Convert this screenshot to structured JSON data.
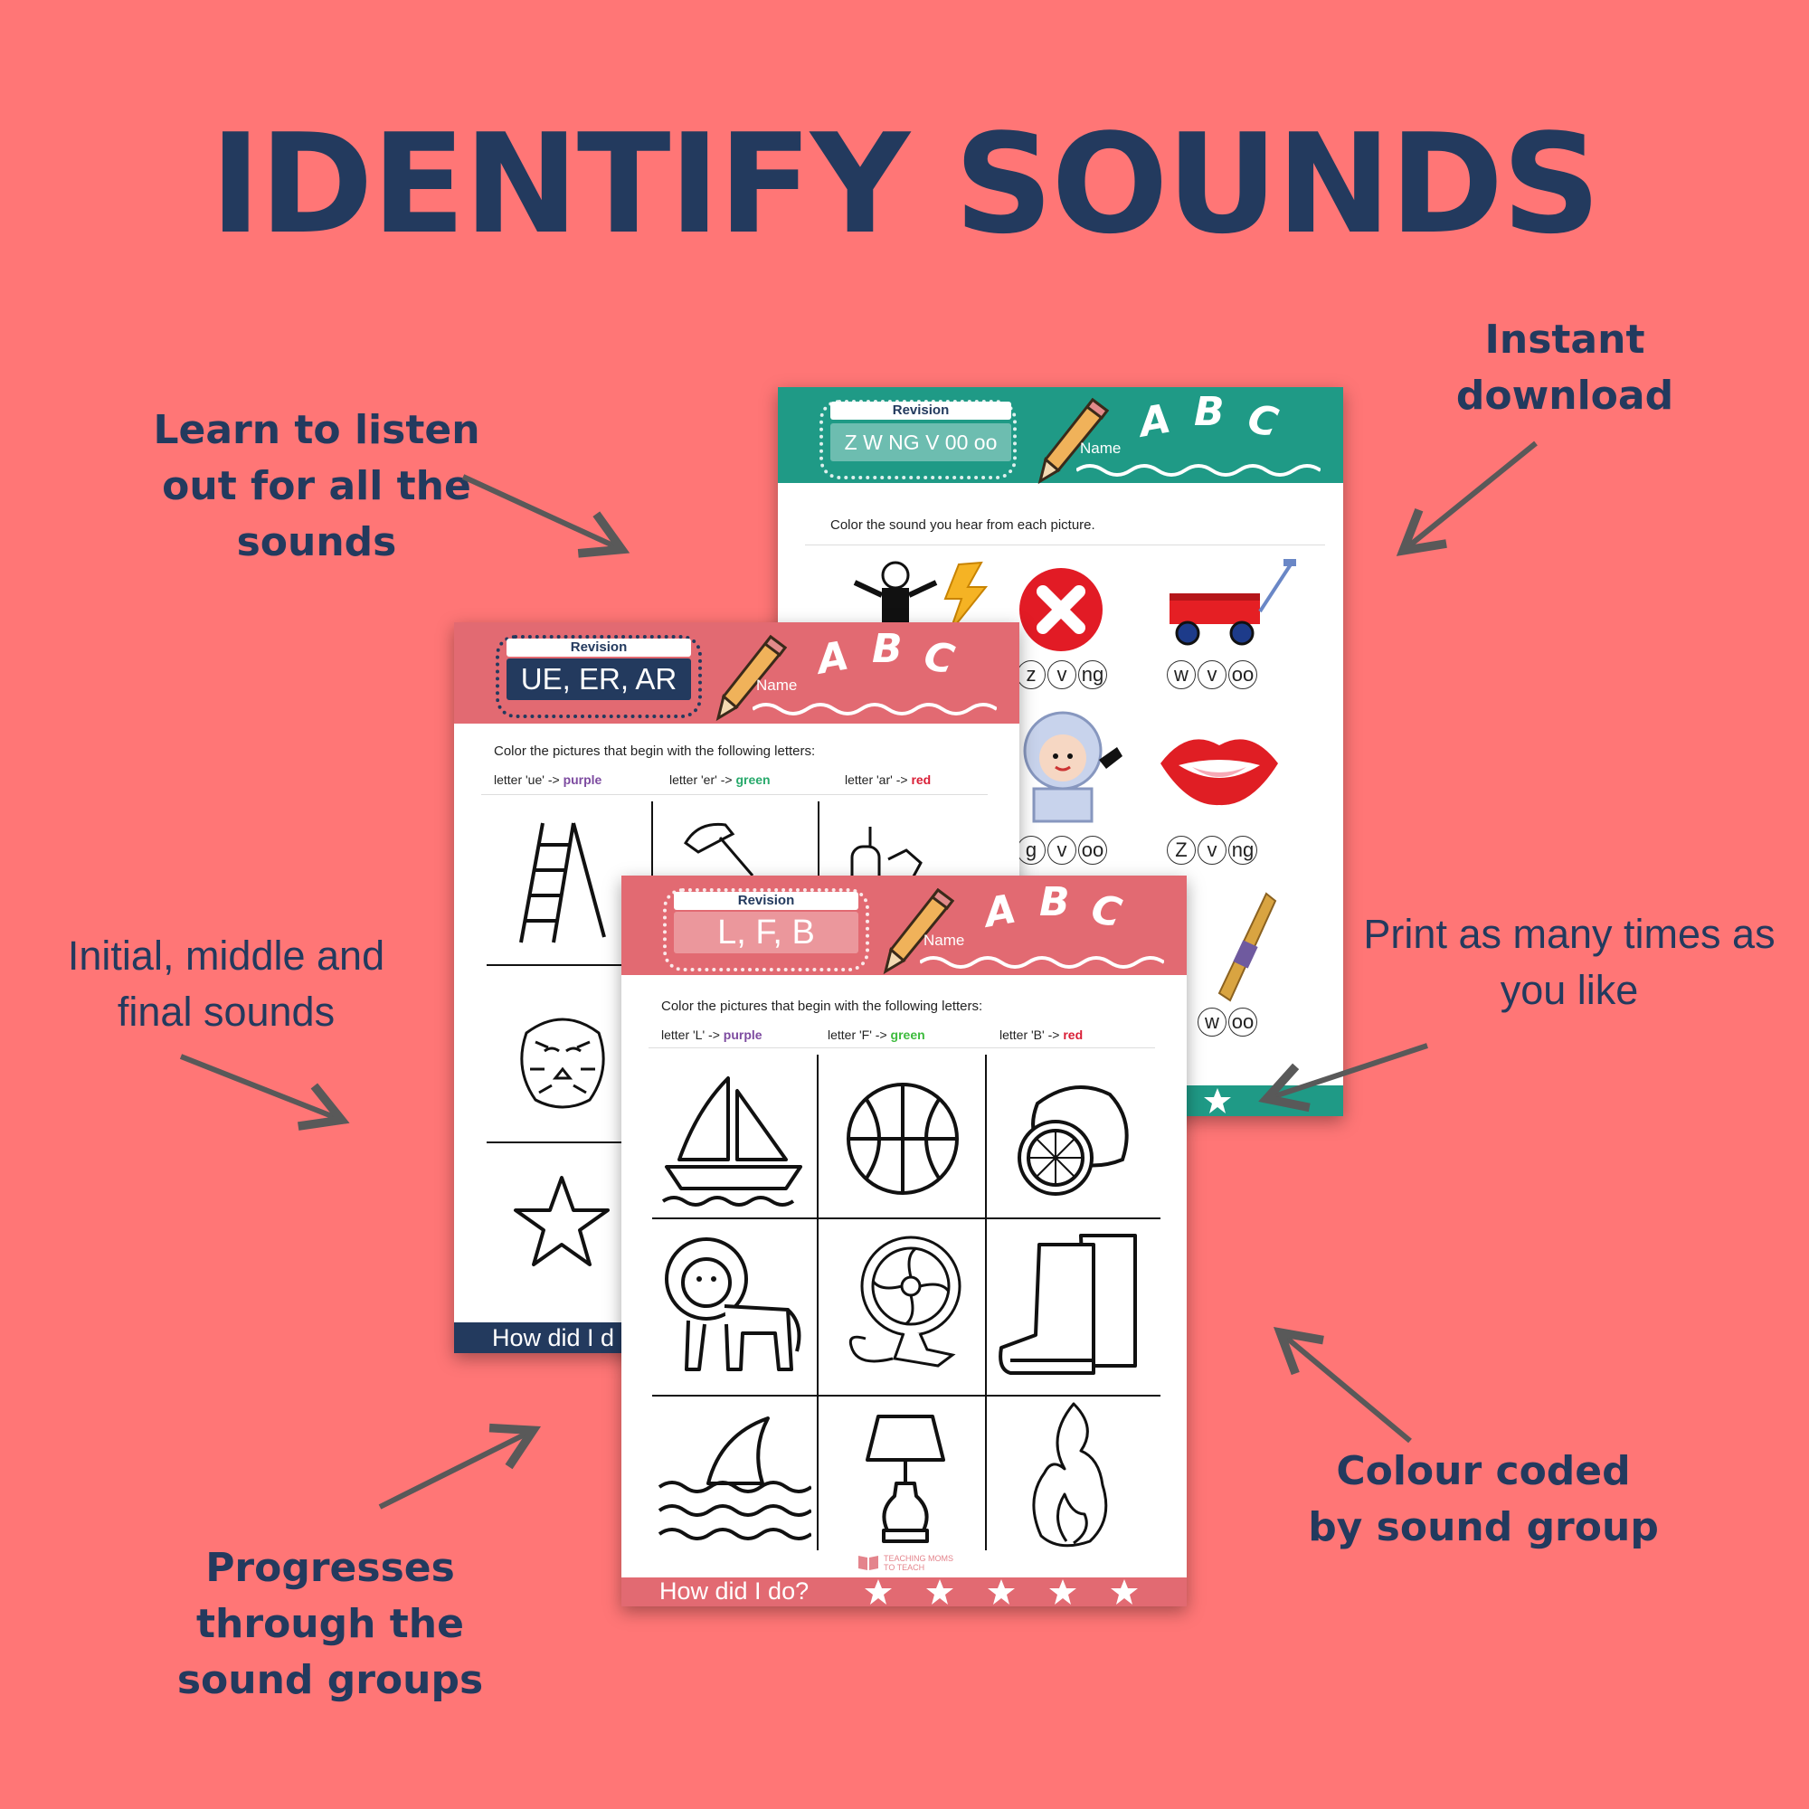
{
  "title": "IDENTIFY SOUNDS",
  "callouts": {
    "listen": "Learn to listen out for all the sounds",
    "download": "Instant download",
    "positions": "Initial, middle and final sounds",
    "print": "Print as many times as you like",
    "color_coded": "Colour coded by sound group",
    "progresses": "Progresses through the sound groups"
  },
  "colors": {
    "background": "#ff7676",
    "navy": "#233a5e",
    "teal": "#1f9a86",
    "rose": "#e26a72",
    "purple": "#7d4ba0",
    "green_legend": "#27a96b",
    "green_legend_2": "#3dbb3d",
    "red_legend": "#d91e36"
  },
  "sheet_teal": {
    "revision_label": "Revision",
    "sounds": "Z W NG V 00 oo",
    "name_label": "Name",
    "abc": [
      "A",
      "B",
      "C"
    ],
    "instruction": "Color the sound you hear from each picture.",
    "row1_mid_options": [
      "z",
      "v",
      "ng"
    ],
    "row1_right_options": [
      "w",
      "v",
      "oo"
    ],
    "row2_mid_options": [
      "g",
      "v",
      "oo"
    ],
    "row2_right_options": [
      "Z",
      "v",
      "ng"
    ],
    "row3_right_options": [
      "w",
      "oo"
    ],
    "icons": [
      "zombie-icon",
      "cross-mark-icon",
      "wagon-icon",
      "hooded-baby-icon",
      "vampire-lips-icon",
      "zipper-icon"
    ]
  },
  "sheet_ue": {
    "revision_label": "Revision",
    "sounds": "UE, ER, AR",
    "name_label": "Name",
    "abc": [
      "A",
      "B",
      "C"
    ],
    "instruction": "Color the pictures that begin with the following letters:",
    "legend": [
      {
        "prefix": "letter 'ue' ->",
        "color_word": "purple"
      },
      {
        "prefix": "letter 'er' ->",
        "color_word": "green"
      },
      {
        "prefix": "letter 'ar' ->",
        "color_word": "red"
      }
    ],
    "footer": "How did I d",
    "icons": [
      "ladder-icon",
      "hammer-icon",
      "tiger-icon",
      "star-icon"
    ]
  },
  "sheet_lfb": {
    "revision_label": "Revision",
    "sounds": "L, F, B",
    "name_label": "Name",
    "abc": [
      "A",
      "B",
      "C"
    ],
    "instruction": "Color the pictures that begin with the following letters:",
    "legend": [
      {
        "prefix": "letter 'L' ->",
        "color_word": "purple"
      },
      {
        "prefix": "letter 'F' ->",
        "color_word": "green"
      },
      {
        "prefix": "letter 'B' ->",
        "color_word": "red"
      }
    ],
    "logo_line1": "TEACHING MOMS",
    "logo_line2": "TO TEACH",
    "footer": "How did I do?",
    "stars": 5,
    "icons": [
      "sailboat-icon",
      "basketball-icon",
      "lemon-icon",
      "lion-icon",
      "fan-icon",
      "boots-icon",
      "shark-fin-icon",
      "lamp-icon",
      "fire-icon"
    ]
  }
}
